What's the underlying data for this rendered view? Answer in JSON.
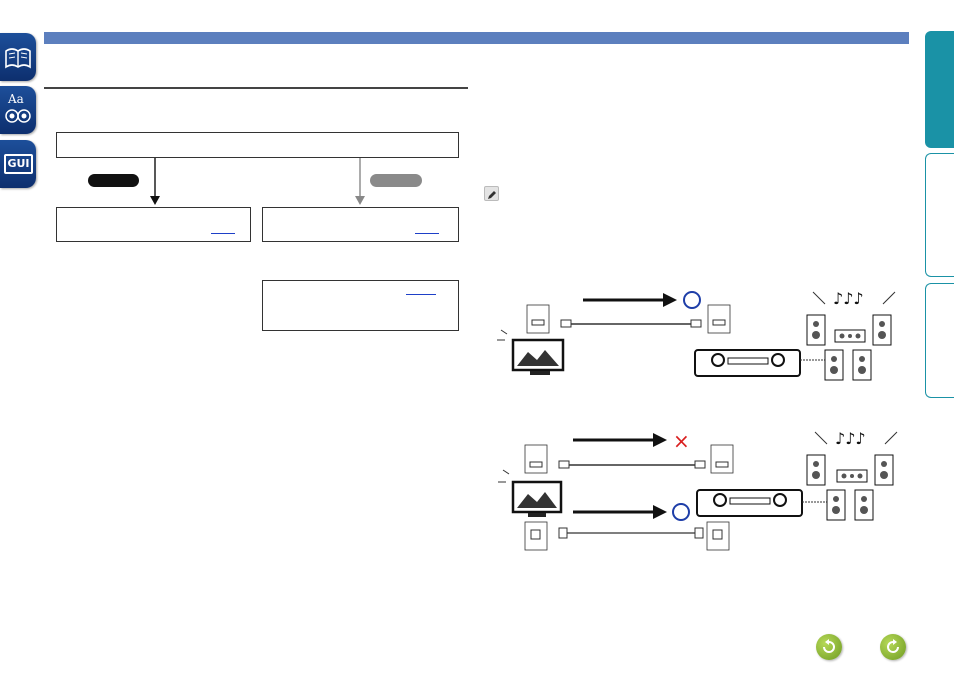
{
  "sidebar": {
    "buttons": [
      {
        "name": "contents",
        "icon": "open-book-icon"
      },
      {
        "name": "index",
        "icon": "aa-speakers-icon",
        "label": "Aa"
      },
      {
        "name": "gui",
        "icon": "gui-screen-icon",
        "label": "GUI"
      }
    ]
  },
  "header": {
    "color": "#5c7fbe"
  },
  "right_tabs": {
    "color": "#1a92a6"
  },
  "diagram": {
    "cross_mark": "×",
    "accent_blue": "#1e3ea8",
    "cross_red": "#d91e1e"
  }
}
